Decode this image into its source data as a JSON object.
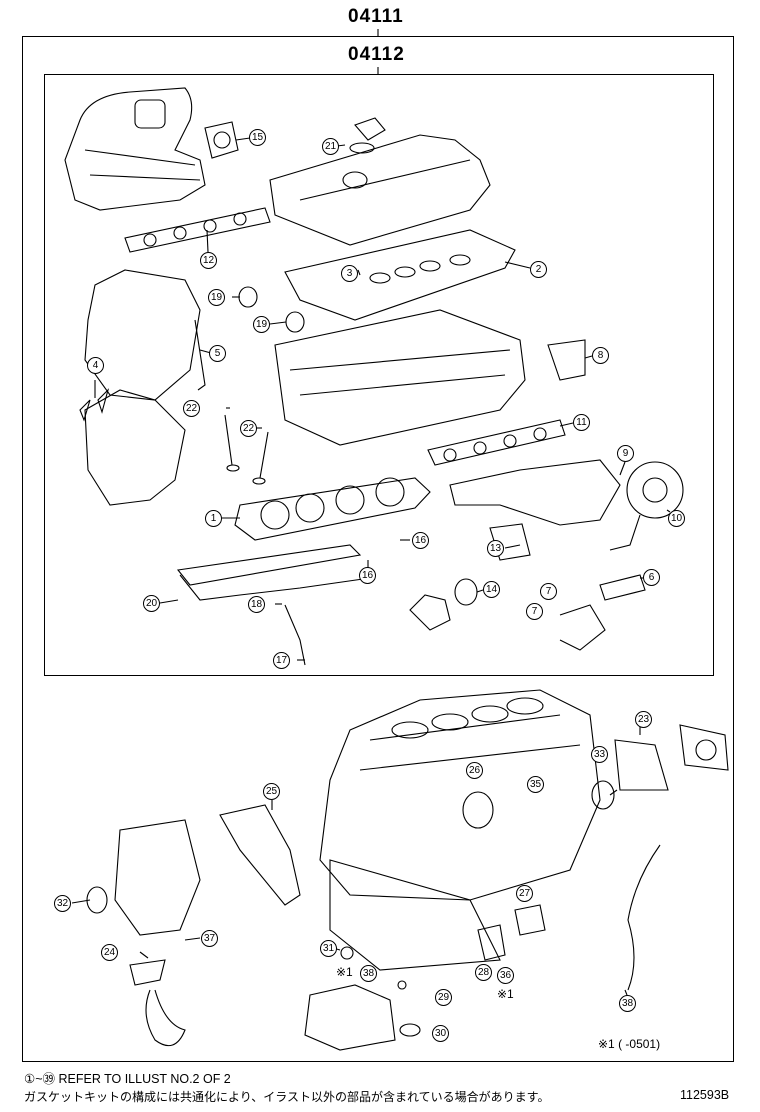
{
  "header": {
    "outer_code": "04111",
    "inner_code": "04112"
  },
  "callouts": {
    "c1": "1",
    "c2": "2",
    "c3": "3",
    "c4": "4",
    "c5": "5",
    "c6": "6",
    "c7": "7",
    "c8": "8",
    "c9": "9",
    "c10": "10",
    "c11": "11",
    "c12": "12",
    "c13": "13",
    "c14": "14",
    "c15": "15",
    "c16": "16",
    "c17": "17",
    "c18": "18",
    "c19": "19",
    "c20": "20",
    "c21": "21",
    "c22": "22",
    "c23": "23",
    "c24": "24",
    "c25": "25",
    "c26": "26",
    "c27": "27",
    "c28": "28",
    "c29": "29",
    "c30": "30",
    "c31": "31",
    "c32": "32",
    "c33": "33",
    "c35": "35",
    "c36": "36",
    "c37": "37",
    "c38": "38"
  },
  "notes": {
    "mark_1": "※1",
    "mark_2": "※1",
    "period": "※1 (      -0501)"
  },
  "footer": {
    "refer": "①~㊴ REFER TO ILLUST NO.2 OF 2",
    "japanese": "ガスケットキットの構成には共通化により、イラスト以外の部品が含まれている場合があります。",
    "illust_no": "112593B"
  }
}
